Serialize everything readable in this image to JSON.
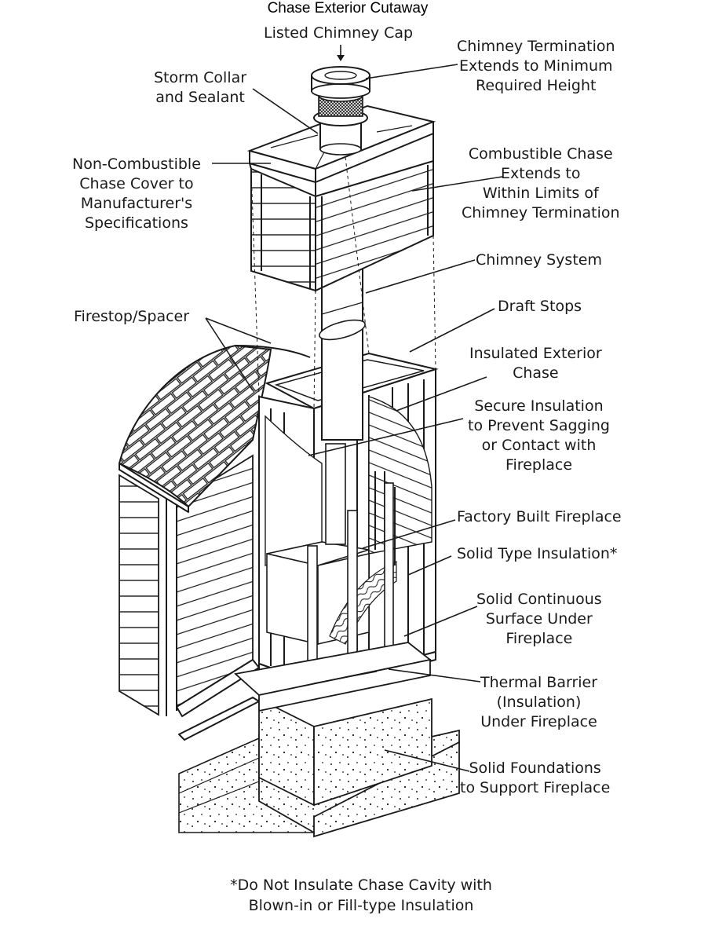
{
  "title": "Chase Exterior Cutaway",
  "labels": {
    "chimney_cap": "Listed Chimney Cap",
    "chimney_termination": "Chimney Termination\nExtends to Minimum\nRequired Height",
    "storm_collar": "Storm Collar\nand Sealant",
    "chase_cover": "Non-Combustible\nChase Cover to\nManufacturer's\nSpecifications",
    "combustible_chase": "Combustible Chase\nExtends to\nWithin Limits of\nChimney Termination",
    "chimney_system": "Chimney System",
    "firestop": "Firestop/Spacer",
    "draft_stops": "Draft Stops",
    "insulated_chase": "Insulated Exterior\nChase",
    "secure_insulation": "Secure Insulation\nto Prevent Sagging\nor Contact with\nFireplace",
    "factory_fireplace": "Factory Built Fireplace",
    "solid_insulation": "Solid Type Insulation*",
    "solid_surface": "Solid Continuous\nSurface Under\nFireplace",
    "thermal_barrier": "Thermal Barrier\n(Insulation)\nUnder Fireplace",
    "solid_foundations": "Solid Foundations\nto Support Fireplace"
  },
  "footnote": "*Do Not Insulate Chase Cavity with\nBlown-in or Fill-type Insulation",
  "colors": {
    "ink": "#1a1a1a",
    "background": "#ffffff"
  }
}
